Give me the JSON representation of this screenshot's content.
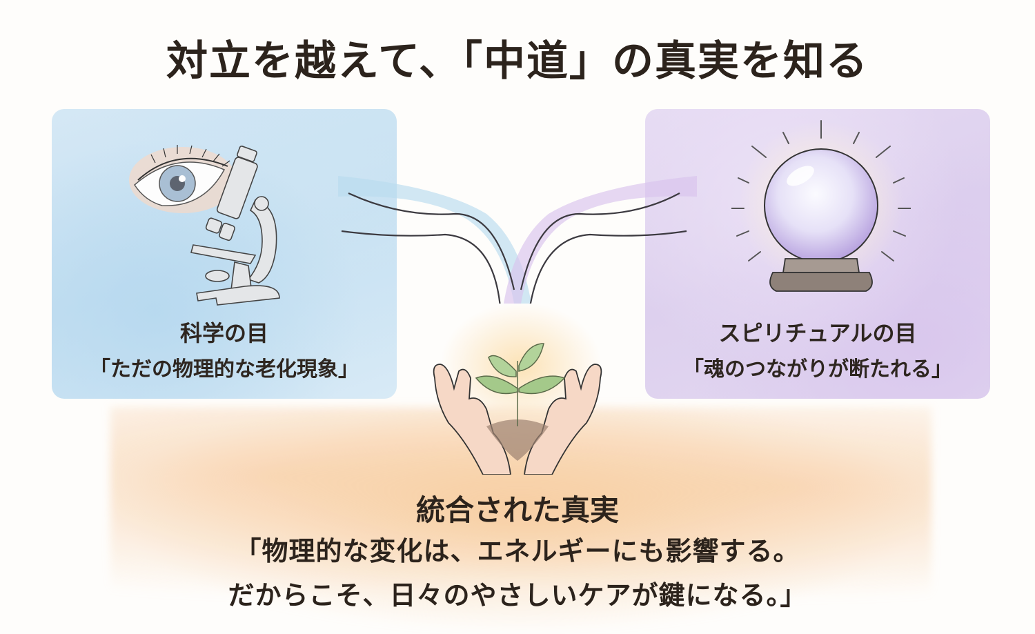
{
  "title": "対立を越えて、「中道」の真実を知る",
  "panels": {
    "science": {
      "heading": "科学の目",
      "quote": "「ただの物理的な老化現象」",
      "icons": [
        "eye-icon",
        "microscope-icon"
      ],
      "color": "#c9e2f3"
    },
    "spiritual": {
      "heading": "スピリチュアルの目",
      "quote": "「魂のつながりが断たれる」",
      "icons": [
        "crystal-ball-icon"
      ],
      "color": "#e0d4f0"
    }
  },
  "center": {
    "icons": [
      "converging-streams",
      "hands-holding-sprout-icon"
    ]
  },
  "integrated": {
    "heading": "統合された真実",
    "line1": "「物理的な変化は、エネルギーにも影響する。",
    "line2": "だからこそ、日々のやさしいケアが鍵になる。」",
    "color": "#f5c99b"
  }
}
